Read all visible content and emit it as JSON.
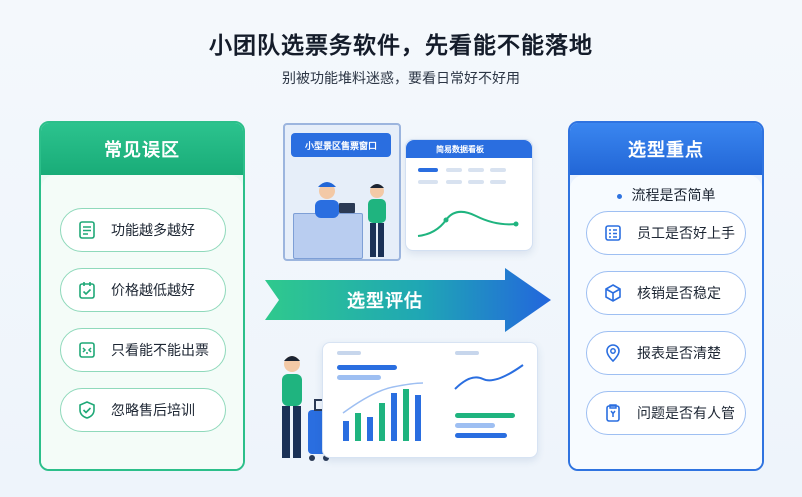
{
  "header": {
    "title": "小团队选票务软件，先看能不能落地",
    "subtitle": "别被功能堆料迷惑，要看日常好不好用"
  },
  "left_panel": {
    "title": "常见误区",
    "items": [
      {
        "label": "功能越多越好",
        "icon": "checklist-icon"
      },
      {
        "label": "价格越低越好",
        "icon": "calendar-check-icon"
      },
      {
        "label": "只看能不能出票",
        "icon": "ticket-scan-icon"
      },
      {
        "label": "忽略售后培训",
        "icon": "shield-check-icon"
      }
    ]
  },
  "right_panel": {
    "title": "选型重点",
    "items": [
      {
        "label": "流程是否简单",
        "icon": "bullet-dot"
      },
      {
        "label": "员工是否好上手",
        "icon": "list-doc-icon"
      },
      {
        "label": "核销是否稳定",
        "icon": "cube-icon"
      },
      {
        "label": "报表是否清楚",
        "icon": "location-pin-icon"
      },
      {
        "label": "问题是否有人管",
        "icon": "clipboard-y-icon"
      }
    ]
  },
  "center": {
    "booth_sign": "小型景区售票窗口",
    "dashboard_title": "简易数据看板",
    "arrow_label": "选型评估"
  },
  "colors": {
    "green": "#1fb47f",
    "blue": "#2a6ee0",
    "green_border": "#8fd9bb",
    "blue_border": "#9ebff2"
  }
}
